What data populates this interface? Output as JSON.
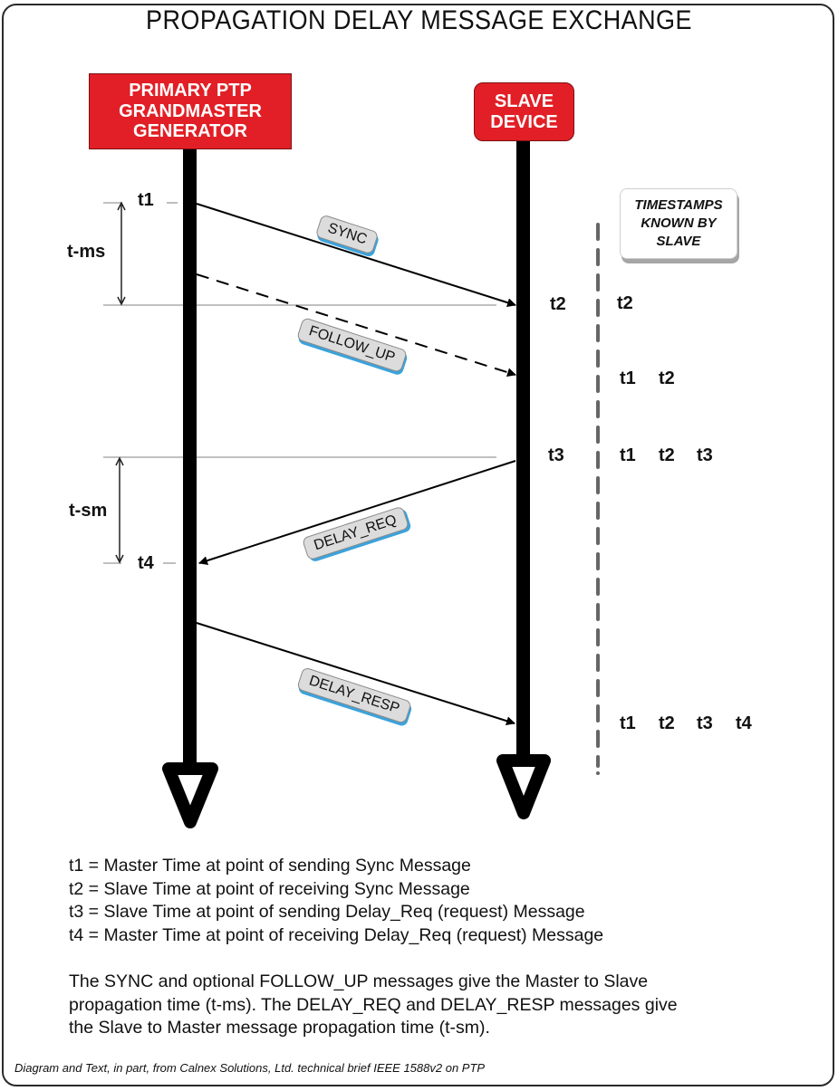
{
  "title": "PROPAGATION DELAY MESSAGE EXCHANGE",
  "nodes": {
    "master": "PRIMARY PTP\nGRANDMASTER\nGENERATOR",
    "slave": "SLAVE\nDEVICE"
  },
  "colors": {
    "node_fill": "#e21f26",
    "tag_fill": "#dcdcdc",
    "tag_shadow": "#3ba3dc",
    "lifeline": "#000000",
    "guide_line": "#9a9a9a",
    "dashed_divider": "#666666"
  },
  "timestamps": {
    "t1": "t1",
    "t2": "t2",
    "t3": "t3",
    "t4": "t4"
  },
  "intervals": {
    "master_to_slave": "t-ms",
    "slave_to_master": "t-sm"
  },
  "messages": [
    {
      "label": "SYNC",
      "from": "master",
      "to": "slave",
      "style": "solid"
    },
    {
      "label": "FOLLOW_UP",
      "from": "master",
      "to": "slave",
      "style": "dashed"
    },
    {
      "label": "DELAY_REQ",
      "from": "slave",
      "to": "master",
      "style": "solid"
    },
    {
      "label": "DELAY_RESP",
      "from": "master",
      "to": "slave",
      "style": "solid"
    }
  ],
  "known_by_slave": {
    "header": "TIMESTAMPS\nKNOWN BY\nSLAVE",
    "rows": [
      [
        "t2"
      ],
      [
        "t1",
        "t2"
      ],
      [
        "t1",
        "t2",
        "t3"
      ],
      [
        "t1",
        "t2",
        "t3",
        "t4"
      ]
    ]
  },
  "legend": [
    "t1 = Master Time at point of sending Sync Message",
    "t2 = Slave Time at point of receiving Sync Message",
    "t3 = Slave Time at point of sending Delay_Req (request) Message",
    "t4 = Master Time at point of receiving Delay_Req (request) Message"
  ],
  "paragraph": [
    "The SYNC and optional FOLLOW_UP messages give the Master to Slave",
    "propagation time (t-ms).  The DELAY_REQ and DELAY_RESP messages give",
    "the Slave to Master message propagation time (t-sm)."
  ],
  "credit": "Diagram and Text, in part, from Calnex Solutions, Ltd. technical brief IEEE 1588v2 on PTP"
}
